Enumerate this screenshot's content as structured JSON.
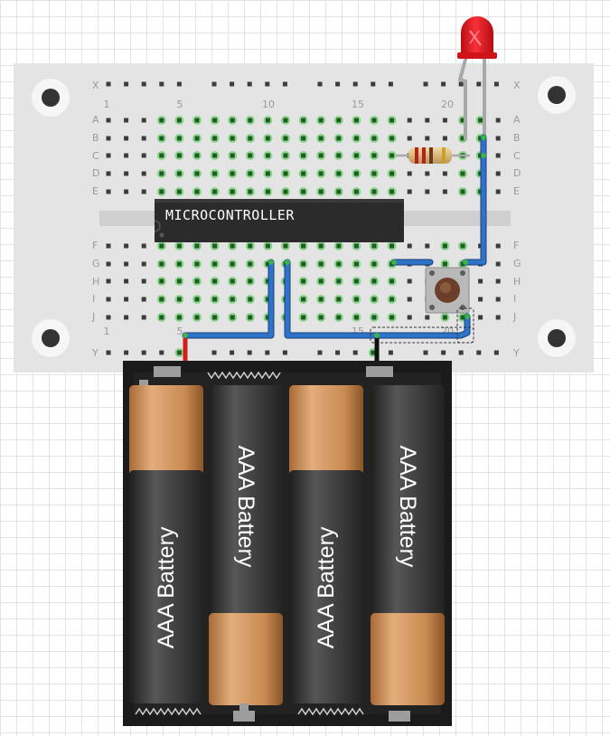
{
  "breadboard": {
    "top_rail_label": "X",
    "bottom_rail_label": "Y",
    "rows_top": [
      "A",
      "B",
      "C",
      "D",
      "E"
    ],
    "rows_bottom": [
      "F",
      "G",
      "H",
      "I",
      "J"
    ],
    "column_numbers": [
      "1",
      "5",
      "10",
      "15",
      "20"
    ],
    "column_numbers_bottom": [
      "1",
      "5",
      "15",
      "20"
    ]
  },
  "chip": {
    "label": "MICROCONTROLLER"
  },
  "battery_pack": {
    "cells": [
      {
        "label": "AAA Battery",
        "orientation": "up"
      },
      {
        "label": "AAA Battery",
        "orientation": "down"
      },
      {
        "label": "AAA Battery",
        "orientation": "up"
      },
      {
        "label": "AAA Battery",
        "orientation": "down"
      }
    ]
  },
  "colors": {
    "wire": "#2f73c9",
    "board": "#e4e4e4",
    "connected_hole": "#6fcf6f",
    "led": "#e8141a",
    "battery_orange": "#c98b52",
    "battery_black": "#2b2b2b",
    "positive_lead": "#d0201c"
  }
}
